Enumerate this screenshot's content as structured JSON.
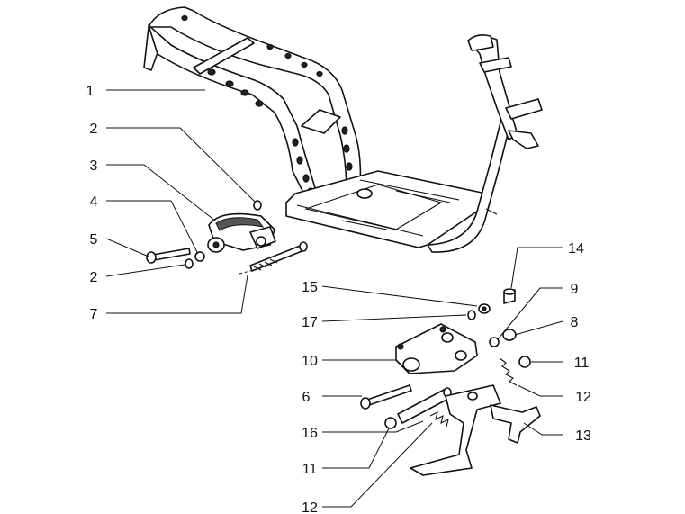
{
  "diagram": {
    "callouts": [
      {
        "id": "c1",
        "label": "1"
      },
      {
        "id": "c2a",
        "label": "2"
      },
      {
        "id": "c3",
        "label": "3"
      },
      {
        "id": "c4",
        "label": "4"
      },
      {
        "id": "c5",
        "label": "5"
      },
      {
        "id": "c2b",
        "label": "2"
      },
      {
        "id": "c7",
        "label": "7"
      },
      {
        "id": "c14",
        "label": "14"
      },
      {
        "id": "c15",
        "label": "15"
      },
      {
        "id": "c9",
        "label": "9"
      },
      {
        "id": "c17",
        "label": "17"
      },
      {
        "id": "c8",
        "label": "8"
      },
      {
        "id": "c10",
        "label": "10"
      },
      {
        "id": "c11a",
        "label": "11"
      },
      {
        "id": "c6",
        "label": "6"
      },
      {
        "id": "c12a",
        "label": "12"
      },
      {
        "id": "c16",
        "label": "16"
      },
      {
        "id": "c13",
        "label": "13"
      },
      {
        "id": "c11b",
        "label": "11"
      },
      {
        "id": "c12b",
        "label": "12"
      }
    ]
  }
}
